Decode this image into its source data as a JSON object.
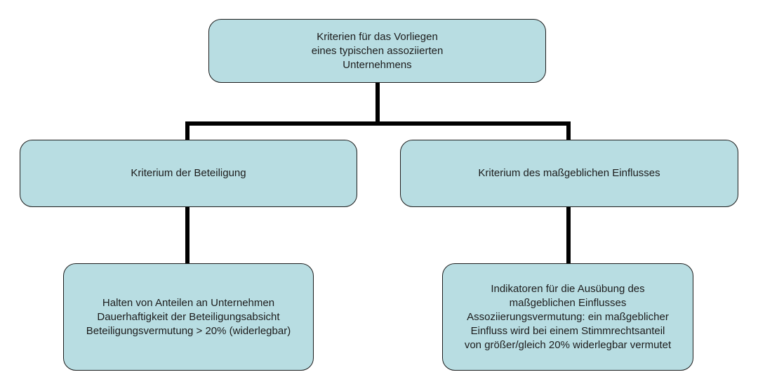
{
  "colors": {
    "background": "#ffffff",
    "box_fill": "#b8dde2",
    "box_border": "#1c1c1c",
    "connector": "#000000",
    "text": "#1c1c1c"
  },
  "nodes": {
    "root": {
      "text": "Kriterien für das Vorliegen\neines typischen assoziierten\nUnternehmens"
    },
    "mid_left": {
      "text": "Kriterium der Beteiligung"
    },
    "mid_right": {
      "text": "Kriterium des maßgeblichen Einflusses"
    },
    "leaf_left": {
      "text": "Halten von Anteilen an Unternehmen\nDauerhaftigkeit der Beteiligungsabsicht\nBeteiligungsvermutung > 20% (widerlegbar)"
    },
    "leaf_right": {
      "text": "Indikatoren für die Ausübung des\nmaßgeblichen Einflusses\nAssoziierungsvermutung: ein maßgeblicher\nEinfluss wird bei einem Stimmrechtsanteil\nvon größer/gleich 20% widerlegbar vermutet"
    }
  },
  "edges": [
    {
      "from": "root",
      "to": "mid_left"
    },
    {
      "from": "root",
      "to": "mid_right"
    },
    {
      "from": "mid_left",
      "to": "leaf_left"
    },
    {
      "from": "mid_right",
      "to": "leaf_right"
    }
  ]
}
